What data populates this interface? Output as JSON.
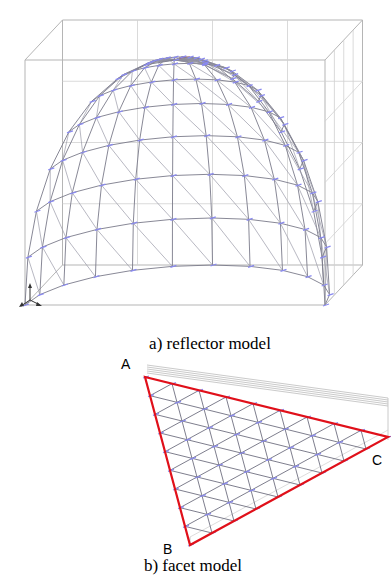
{
  "diagram": {
    "labels": [
      "a) reflector model",
      "A",
      "B",
      "C",
      "b) facet model"
    ]
  }
}
